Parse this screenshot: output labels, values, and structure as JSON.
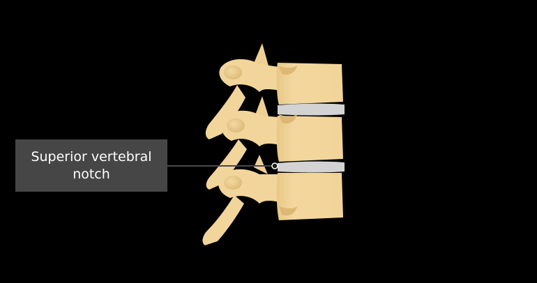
{
  "diagram": {
    "subject": "Lumbar vertebrae lateral view",
    "background_color": "#000000",
    "bone_color": "#f2d59b",
    "bone_shade_color": "#e3c27f",
    "disc_color": "#d3d3d3",
    "leader_line_color": "#4a4a4a"
  },
  "label": {
    "line1": "Superior vertebral",
    "line2": "notch",
    "box_color": "#464646",
    "text_color": "#ffffff"
  }
}
